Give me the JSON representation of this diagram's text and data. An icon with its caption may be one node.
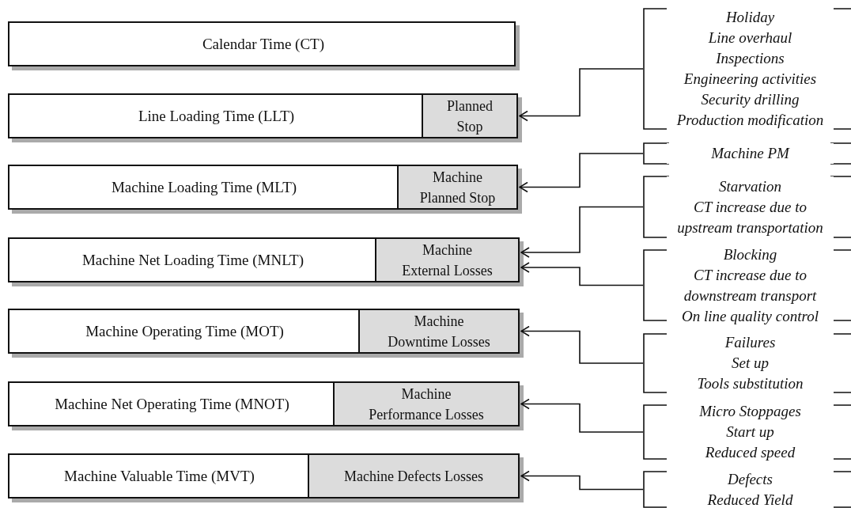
{
  "diagram": {
    "nodes": [
      {
        "text": [
          "Calendar Time (CT)"
        ]
      },
      {
        "text": [
          "Line Loading Time (LLT)"
        ]
      },
      {
        "text": [
          "Planned Stop"
        ],
        "in": 1
      },
      {
        "text": [
          "Machine Loading Time (MLT)"
        ]
      },
      {
        "text": [
          "Machine Planned Stop"
        ],
        "in": 3
      },
      {
        "text": [
          "Machine Net Loading Time (MNLT)"
        ]
      },
      {
        "text": [
          "Machine External Losses"
        ],
        "in": 5
      },
      {
        "text": [
          "Machine Operating Time (MOT)"
        ]
      },
      {
        "text": [
          "Machine Downtime Losses"
        ],
        "in": 7
      },
      {
        "text": [
          "Machine Net Operating Time (MNOT)"
        ]
      },
      {
        "text": [
          "Machine Performance Losses"
        ],
        "in": 9
      },
      {
        "text": [
          "Machine Valuable Time (MVT)"
        ]
      },
      {
        "text": [
          "Machine Defects Losses"
        ],
        "in": 11
      },
      {
        "text": [
          "Holiday",
          "Line overhaul",
          "Inspections",
          "Engineering activities",
          "Security drilling",
          "Production modification"
        ]
      },
      {
        "text": [
          "Machine PM"
        ]
      },
      {
        "text": [
          "Starvation",
          "CT increase due to upstream transportation"
        ]
      },
      {
        "text": [
          "Blocking",
          "CT increase due to downstream transport",
          "On line quality control"
        ]
      },
      {
        "text": [
          "Failures",
          "Set up",
          "Tools substitution"
        ]
      },
      {
        "text": [
          "Micro Stoppages",
          "Start up",
          "Reduced speed"
        ]
      },
      {
        "text": [
          "Defects",
          "Reduced Yield"
        ]
      }
    ],
    "edges": [
      {
        "from": 13,
        "to": 2,
        "arrow": "to"
      },
      {
        "from": 14,
        "to": 4,
        "arrow": "to"
      },
      {
        "from": 15,
        "to": 6,
        "arrow": "to"
      },
      {
        "from": 16,
        "to": 6,
        "arrow": "to"
      },
      {
        "from": 17,
        "to": 8,
        "arrow": "to"
      },
      {
        "from": 18,
        "to": 10,
        "arrow": "to"
      },
      {
        "from": 19,
        "to": 12,
        "arrow": "to"
      }
    ]
  }
}
